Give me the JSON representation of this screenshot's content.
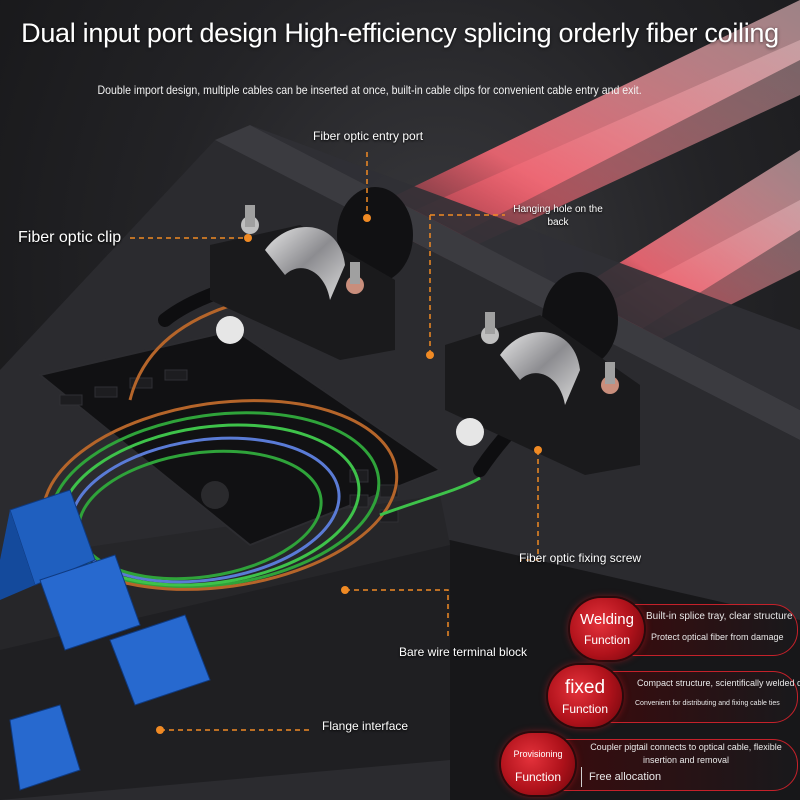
{
  "headline": "Dual input port design High-efficiency splicing orderly fiber coiling",
  "subline": "Double import design, multiple cables can be inserted at once, built-in cable clips for convenient cable entry and exit.",
  "callouts": {
    "entry_port": "Fiber optic entry port",
    "hanging_hole": "Hanging hole on the back",
    "clip": "Fiber optic clip",
    "fixing_screw": "Fiber optic fixing screw",
    "terminal_block": "Bare wire terminal block",
    "flange": "Flange interface"
  },
  "features": [
    {
      "top": "Welding",
      "bottom": "Function",
      "line1": "Built-in splice tray, clear structure",
      "line2": "Protect optical fiber from damage"
    },
    {
      "top": "fixed",
      "bottom": "Function",
      "line1": "Compact structure, scientifically welded disc",
      "line2": "Convenient for distributing and fixing cable ties"
    },
    {
      "top": "Provisioning",
      "bottom": "Function",
      "line1": "Coupler pigtail connects to optical cable, flexible insertion and removal",
      "line2": "Free allocation"
    }
  ],
  "colors": {
    "accent": "#e0262f",
    "leader": "#f08a24",
    "adapter": "#1f5fbf",
    "fiber_green": "#2fa33a",
    "laser": "#ff5a6a"
  }
}
